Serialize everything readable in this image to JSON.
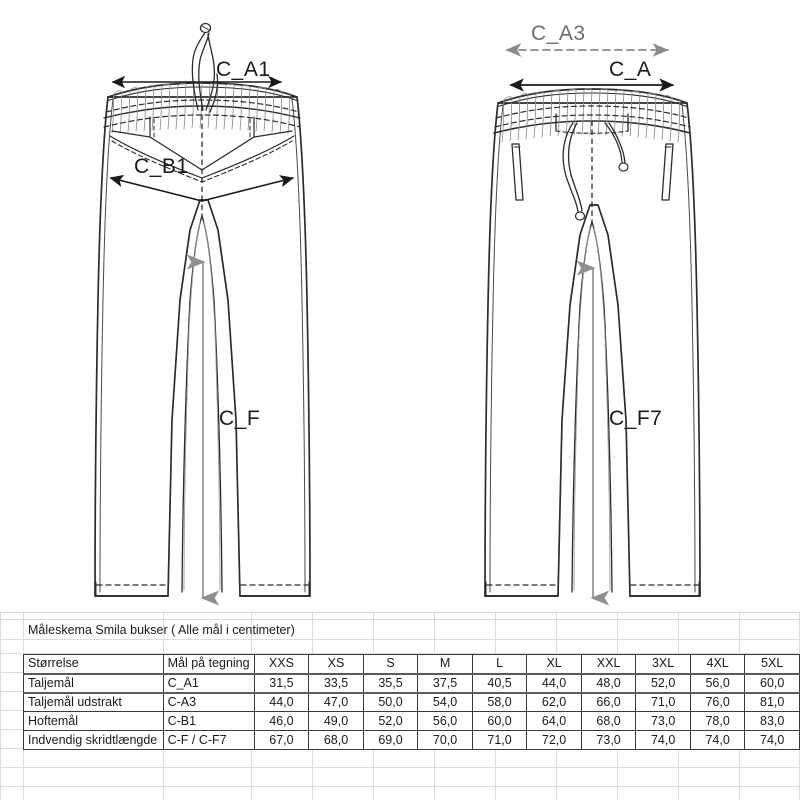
{
  "drawing": {
    "labels": [
      {
        "id": "c_a1",
        "text": "C_A1",
        "style": "black",
        "view": "front",
        "meaning": "waist-measure"
      },
      {
        "id": "c_b1",
        "text": "C_B1",
        "style": "black",
        "view": "front",
        "meaning": "hip-measure"
      },
      {
        "id": "c_f",
        "text": "C_F",
        "style": "black",
        "view": "front",
        "meaning": "inseam-front"
      },
      {
        "id": "c_a3",
        "text": "C_A3",
        "style": "gray",
        "view": "back",
        "meaning": "waist-stretched"
      },
      {
        "id": "c_a",
        "text": "C_A",
        "style": "black",
        "view": "back",
        "meaning": "waist-back"
      },
      {
        "id": "c_f7",
        "text": "C_F7",
        "style": "black",
        "view": "back",
        "meaning": "inseam-back"
      }
    ],
    "views": [
      {
        "id": "front-view",
        "name": "Front view of trousers"
      },
      {
        "id": "back-view",
        "name": "Back view of trousers"
      }
    ],
    "colors": {
      "outline": "#2b2b2b",
      "dim_arrow": "#1a1a1a",
      "dim_arrow_gray": "#8a8a8a",
      "inseam_arrow": "#8f8f8f",
      "detail_light": "#9a9a9a"
    }
  },
  "sheet": {
    "title": "Måleskema Smila bukser ( Alle mål i centimeter)",
    "columns": [
      "Størrelse",
      "Mål på tegning",
      "XXS",
      "XS",
      "S",
      "M",
      "L",
      "XL",
      "XXL",
      "3XL",
      "4XL",
      "5XL"
    ],
    "rows": [
      {
        "name": "Taljemål",
        "code": "C_A1",
        "values": [
          "31,5",
          "33,5",
          "35,5",
          "37,5",
          "40,5",
          "44,0",
          "48,0",
          "52,0",
          "56,0",
          "60,0"
        ]
      },
      {
        "name": "Taljemål udstrakt",
        "code": "C-A3",
        "values": [
          "44,0",
          "47,0",
          "50,0",
          "54,0",
          "58,0",
          "62,0",
          "66,0",
          "71,0",
          "76,0",
          "81,0"
        ]
      },
      {
        "name": "Hoftemål",
        "code": "C-B1",
        "values": [
          "46,0",
          "49,0",
          "52,0",
          "56,0",
          "60,0",
          "64,0",
          "68,0",
          "73,0",
          "78,0",
          "83,0"
        ]
      },
      {
        "name": "Indvendig skridtlængde",
        "code": "C-F / C-F7",
        "values": [
          "67,0",
          "68,0",
          "69,0",
          "70,0",
          "71,0",
          "72,0",
          "73,0",
          "74,0",
          "74,0",
          "74,0"
        ]
      }
    ]
  }
}
